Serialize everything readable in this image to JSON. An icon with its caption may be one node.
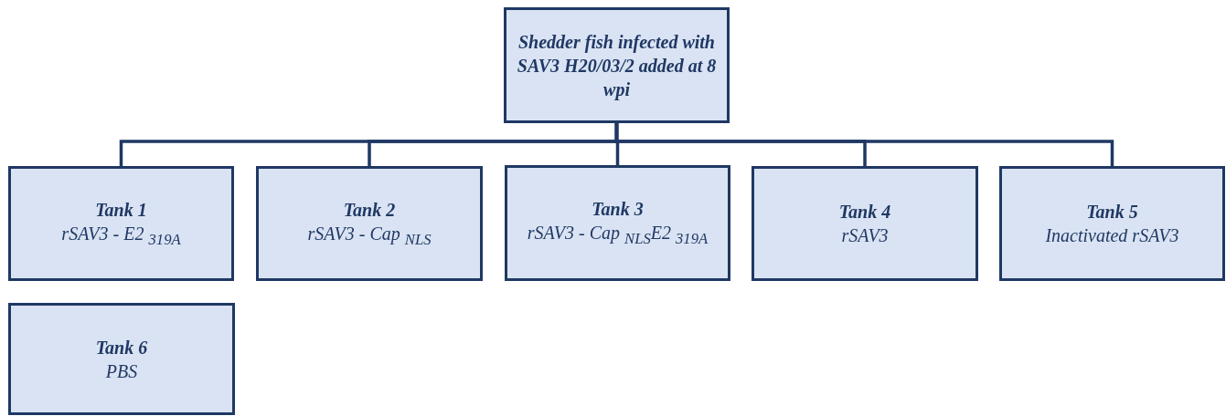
{
  "diagram": {
    "nodes": [
      {
        "text": [
          "Shedder fish infected with SAV3 H20/03/2 added at 8 wpi"
        ]
      },
      {
        "text": [
          "Tank 1",
          "rSAV3 - E2 $_{319A}$"
        ]
      },
      {
        "text": [
          "Tank 2",
          "rSAV3 - Cap $_{NLS}$"
        ]
      },
      {
        "text": [
          "Tank 3",
          "rSAV3 - Cap $_{NLS}$E2 $_{319A}$"
        ]
      },
      {
        "text": [
          "Tank 4",
          "rSAV3"
        ]
      },
      {
        "text": [
          "Tank 5",
          "Inactivated rSAV3"
        ]
      },
      {
        "text": [
          "Tank 6",
          "PBS"
        ]
      }
    ],
    "edges": [
      {
        "from": 0,
        "to": 1,
        "arrow": "none"
      },
      {
        "from": 0,
        "to": 2,
        "arrow": "none"
      },
      {
        "from": 0,
        "to": 3,
        "arrow": "none"
      },
      {
        "from": 0,
        "to": 4,
        "arrow": "none"
      },
      {
        "from": 0,
        "to": 5,
        "arrow": "none"
      }
    ]
  }
}
